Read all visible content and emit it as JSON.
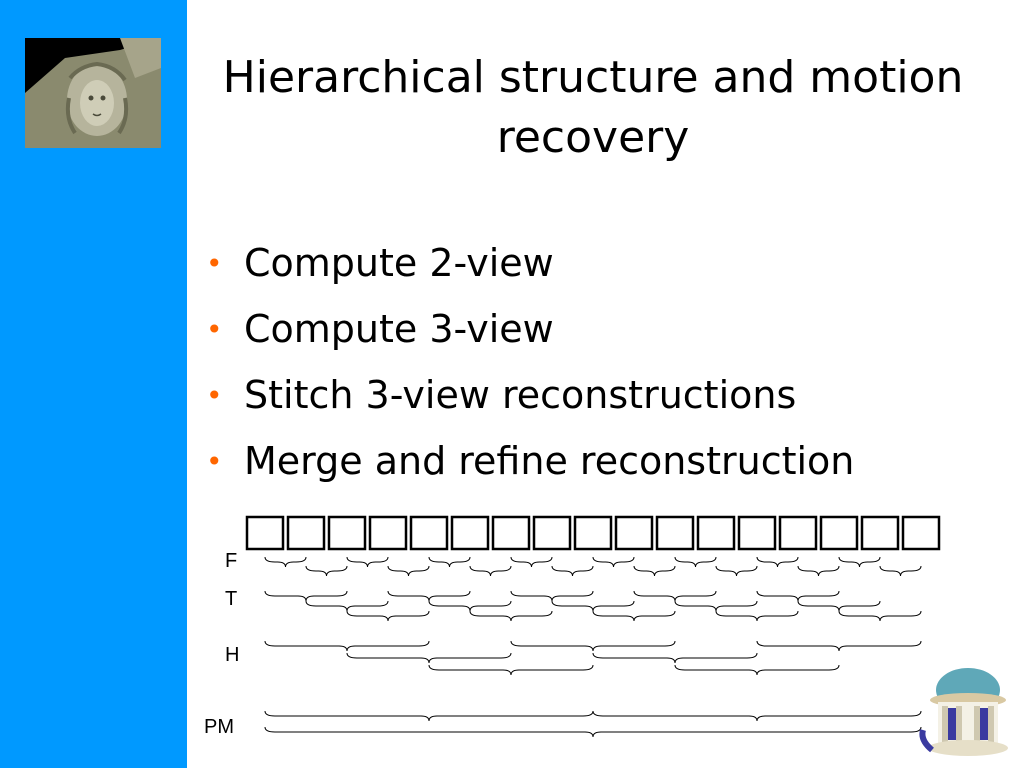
{
  "slide": {
    "title": "Hierarchical structure and motion recovery",
    "bullets": [
      "Compute 2-view",
      "Compute 3-view",
      "Stitch 3-view reconstructions",
      "Merge and refine reconstruction"
    ]
  },
  "diagram": {
    "frame_count": 17,
    "row_labels": [
      "F",
      "T",
      "H",
      "PM"
    ]
  },
  "colors": {
    "sidebar": "#0099ff",
    "bullet": "#ff6600"
  },
  "images": {
    "top_left": "medusa-relief-photo",
    "bottom_right": "domed-rotunda-logo"
  }
}
